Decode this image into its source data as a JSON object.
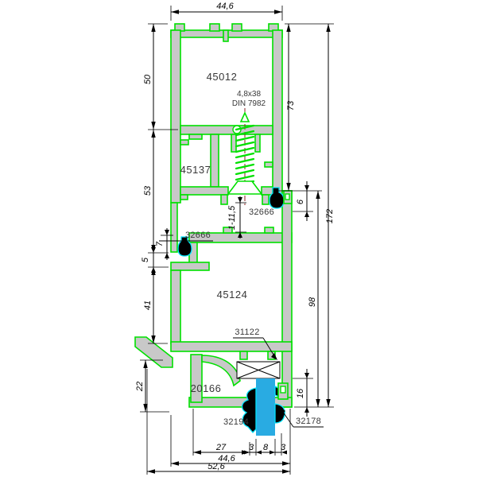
{
  "drawing": {
    "type": "aluminium-profile-cross-section",
    "colors": {
      "profile_outline": "#00e000",
      "profile_fill": "#c8c8c8",
      "glass": "#29abe2",
      "gasket": "#000000",
      "gasket_outline": "#00e5ff",
      "centerline": "#8b2020",
      "dimension": "#000000",
      "background": "#ffffff"
    }
  },
  "labels": {
    "profile_frame": "45012",
    "profile_insert": "45137",
    "profile_vent": "45124",
    "profile_bead": "20166",
    "screw_size": "4,8x38",
    "screw_din": "DIN 7982",
    "gasket_upper_right": "32666",
    "gasket_mid_left": "32666",
    "setting_block": "31122",
    "gasket_glass_left": "32194",
    "gasket_glass_right": "32178"
  },
  "dimensions": {
    "top_width": "44,6",
    "left_50": "50",
    "left_53": "53",
    "left_7": "7",
    "left_5": "5",
    "left_41": "41",
    "left_22": "22",
    "right_73": "73",
    "right_6": "6",
    "right_172": "172",
    "right_98": "98",
    "right_16": "16",
    "gap": "1-11,5",
    "bottom_27": "27",
    "bottom_3a": "3",
    "bottom_8": "8",
    "bottom_3b": "3",
    "bottom_44": "44,6",
    "bottom_52": "52,6"
  }
}
